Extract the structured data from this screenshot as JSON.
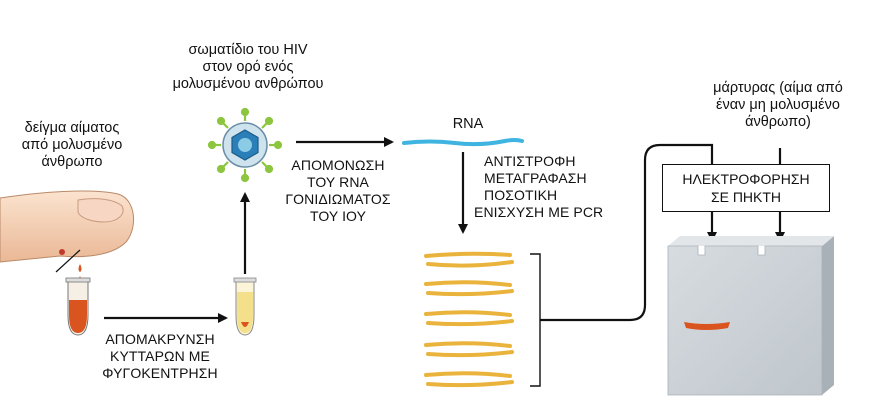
{
  "labels": {
    "blood_sample": [
      "δείγμα αίματος",
      "από μολυσμένο",
      "άνθρωπο"
    ],
    "hiv_particle": [
      "σωματίδιο του HIV",
      "στον ορό ενός",
      "μολυσμένου ανθρώπου"
    ],
    "centrifuge": [
      "ΑΠΟΜΑΚΡΥΝΣΗ",
      "ΚΥΤΤΑΡΩΝ ΜΕ",
      "ΦΥΓΟΚΕΝΤΡΗΣΗ"
    ],
    "isolate_rna": [
      "ΑΠΟΜΟΝΩΣΗ",
      "ΤΟΥ RNA",
      "ΓΟΝΙΔΙΩΜΑΤΟΣ",
      "ΤΟΥ ΙΟΥ"
    ],
    "rna": "RNA",
    "rt_pcr": [
      "ΑΝΤΙΣΤΡΟΦΗ",
      "ΜΕΤΑΓΡΑΦΑΣΗ",
      "ΠΟΣΟΤΙΚΗ",
      "ΕΝΙΣΧΥΣΗ ΜΕ PCR"
    ],
    "control": [
      "μάρτυρας (αίμα από",
      "έναν μη μολυσμένο",
      "άνθρωπο)"
    ],
    "electrophoresis": [
      "ΗΛΕΚΤΡΟΦΟΡΗΣΗ",
      "ΣΕ ΠΗΚΤΗ"
    ]
  },
  "colors": {
    "rna_strand": "#3fb4e0",
    "dna_bands": "#e9b33c",
    "blood": "#d9541e",
    "serum": "#f4e08a",
    "virus_capsid": "#2a7fb8",
    "virus_spikes": "#8cc63f",
    "gel": "#cdd3d8",
    "gel_band": "#d9541e"
  },
  "icons": [
    "finger-icon",
    "blood-tube-icon",
    "serum-tube-icon",
    "hiv-virus-icon",
    "gel-icon"
  ]
}
